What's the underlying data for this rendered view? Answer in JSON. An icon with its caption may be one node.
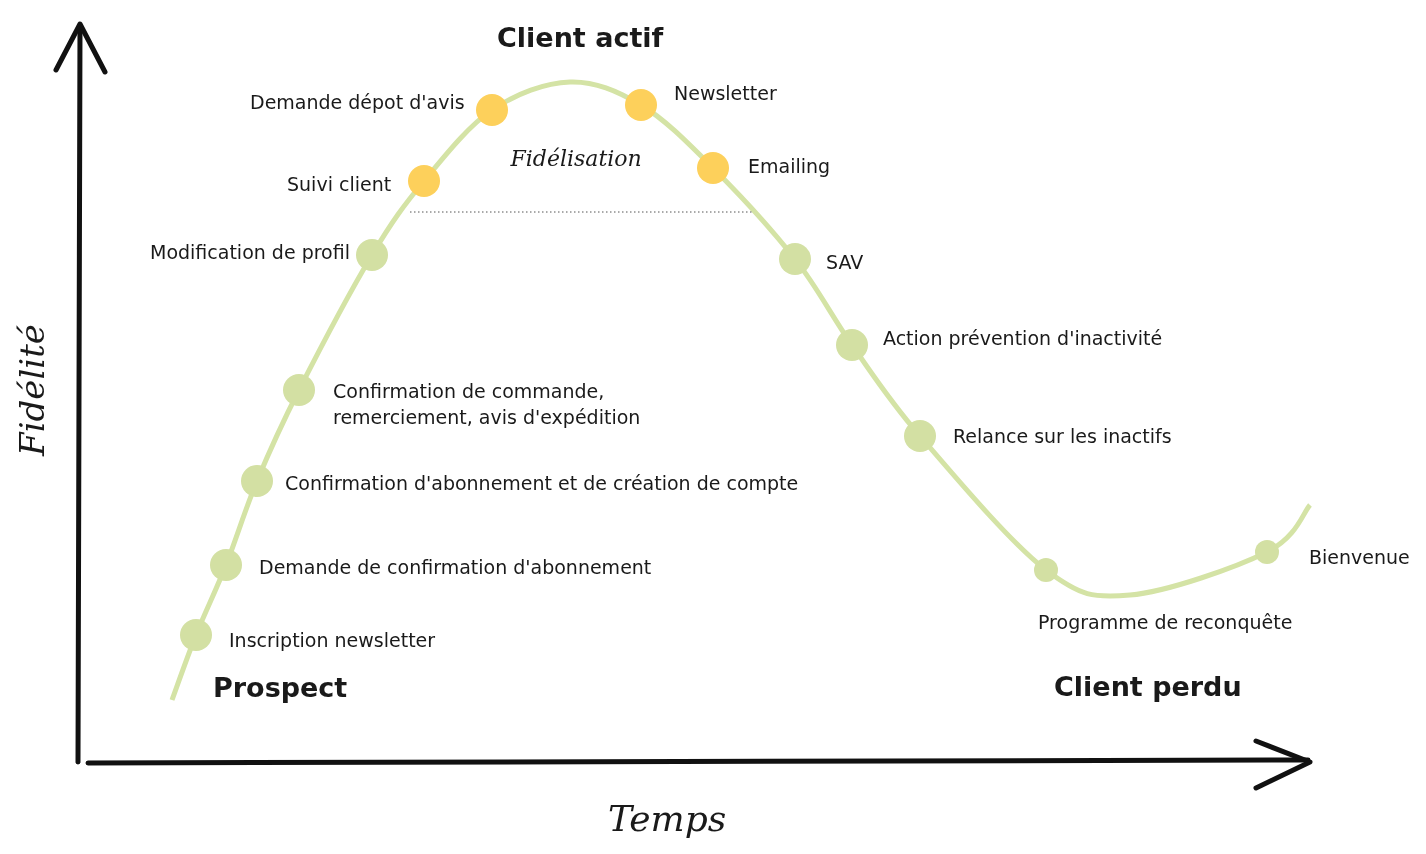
{
  "diagram": {
    "nodes": [
      {
        "text": [],
        "shape": "circle",
        "beside": [
          "Inscription newsletter"
        ]
      },
      {
        "text": [],
        "shape": "circle",
        "beside": [
          "Demande de confirmation d'abonnement"
        ]
      },
      {
        "text": [],
        "shape": "circle",
        "beside": [
          "Confirmation d'abonnement et de création de compte"
        ]
      },
      {
        "text": [],
        "shape": "circle",
        "beside": [
          "Confirmation de commande, remerciement, avis d'expédition"
        ]
      },
      {
        "text": [],
        "shape": "circle",
        "beside": [
          "Modification de profil"
        ]
      },
      {
        "text": [],
        "shape": "circle",
        "beside": [
          "Suivi client"
        ]
      },
      {
        "text": [],
        "shape": "circle",
        "beside": [
          "Demande dépot d'avis"
        ]
      },
      {
        "text": [],
        "shape": "circle",
        "beside": [
          "Newsletter"
        ]
      },
      {
        "text": [],
        "shape": "circle",
        "beside": [
          "Emailing"
        ]
      },
      {
        "text": [],
        "shape": "circle",
        "beside": [
          "SAV"
        ]
      },
      {
        "text": [],
        "shape": "circle",
        "beside": [
          "Action prévention d'inactivité"
        ]
      },
      {
        "text": [],
        "shape": "circle",
        "beside": [
          "Relance sur les inactifs"
        ]
      },
      {
        "text": [],
        "shape": "circle",
        "beside": [
          "Programme de reconquête"
        ]
      },
      {
        "text": [],
        "shape": "circle",
        "beside": [
          "Bienvenue"
        ]
      }
    ],
    "labels": [
      "Client actif",
      "Fidélisation",
      "Fidélité",
      "Prospect",
      "Client perdu",
      "Temps"
    ]
  }
}
